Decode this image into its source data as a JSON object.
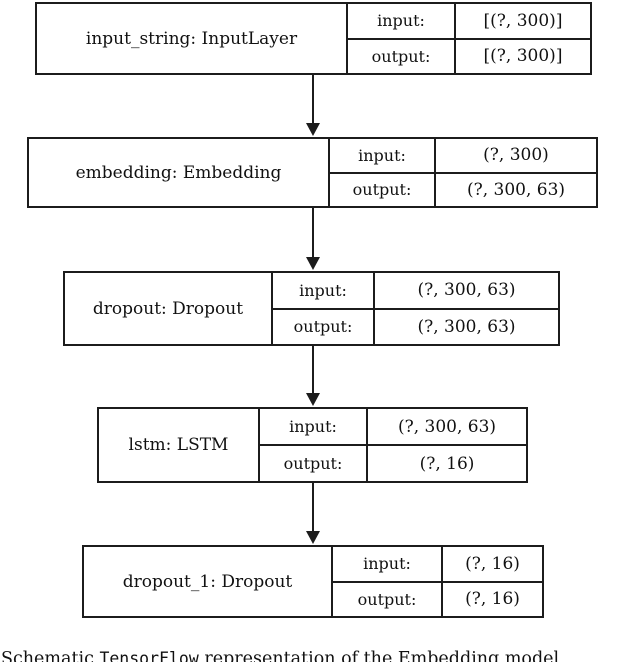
{
  "diagram": {
    "io_labels": [
      "input:",
      "output:"
    ],
    "nodes": [
      {
        "name": "input_string: InputLayer",
        "input_shape": "[(?, 300)]",
        "output_shape": "[(?, 300)]"
      },
      {
        "name": "embedding: Embedding",
        "input_shape": "(?, 300)",
        "output_shape": "(?, 300, 63)"
      },
      {
        "name": "dropout: Dropout",
        "input_shape": "(?, 300, 63)",
        "output_shape": "(?, 300, 63)"
      },
      {
        "name": "lstm: LSTM",
        "input_shape": "(?, 300, 63)",
        "output_shape": "(?, 16)"
      },
      {
        "name": "dropout_1: Dropout",
        "input_shape": "(?, 16)",
        "output_shape": "(?, 16)"
      }
    ],
    "colors": {
      "border": "#1c1c1c",
      "background": "#ffffff",
      "text": "#111111"
    }
  },
  "caption": {
    "prefix": "Schematic ",
    "code": "TensorFlow",
    "suffix": " representation of the Embedding model"
  }
}
